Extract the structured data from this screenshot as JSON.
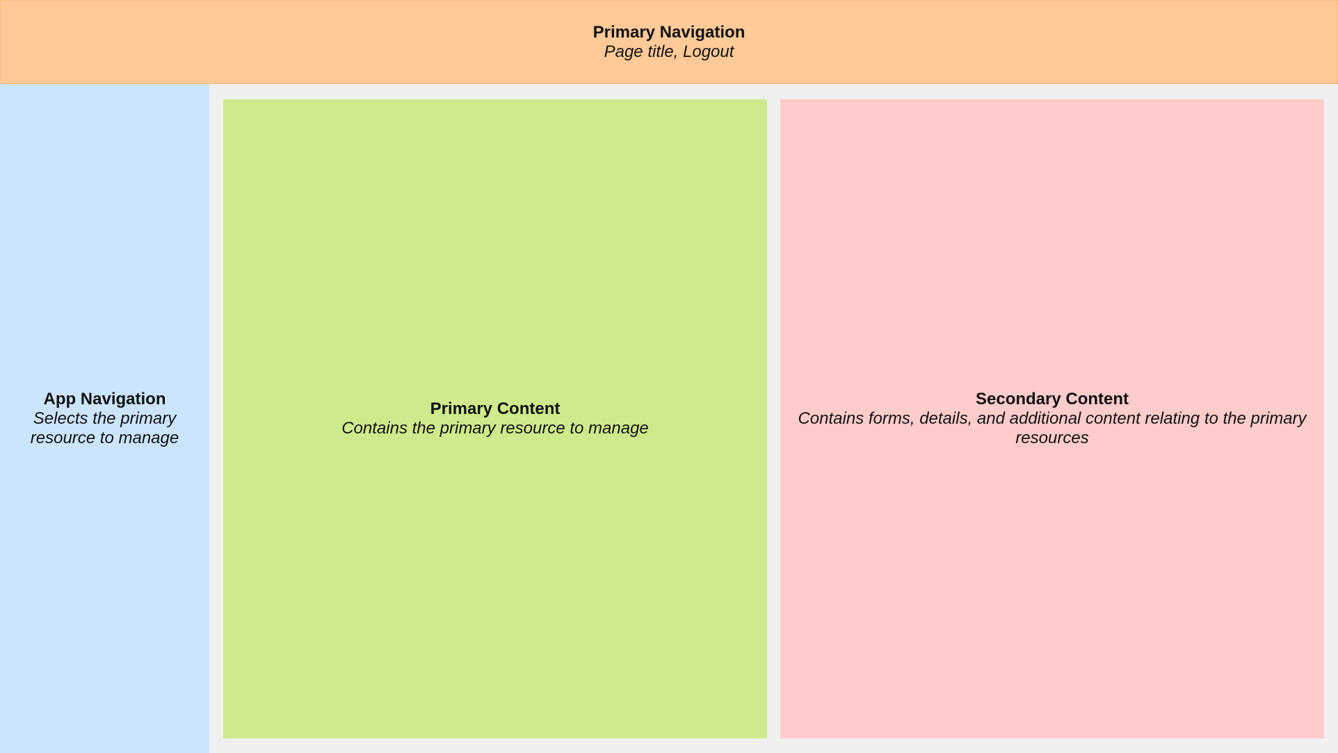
{
  "primary_navigation": {
    "title": "Primary Navigation",
    "description": "Page title, Logout",
    "color": "#ffca98"
  },
  "app_navigation": {
    "title": "App Navigation",
    "description": "Selects the primary resource to manage",
    "color": "#cce5ff"
  },
  "primary_content": {
    "title": "Primary Content",
    "description": "Contains the primary resource to manage",
    "color": "#cfea8c"
  },
  "secondary_content": {
    "title": "Secondary Content",
    "description": "Contains forms, details, and additional content relating to the primary resources",
    "color": "#ffcccc"
  },
  "workspace_background": "#f0f0f0"
}
